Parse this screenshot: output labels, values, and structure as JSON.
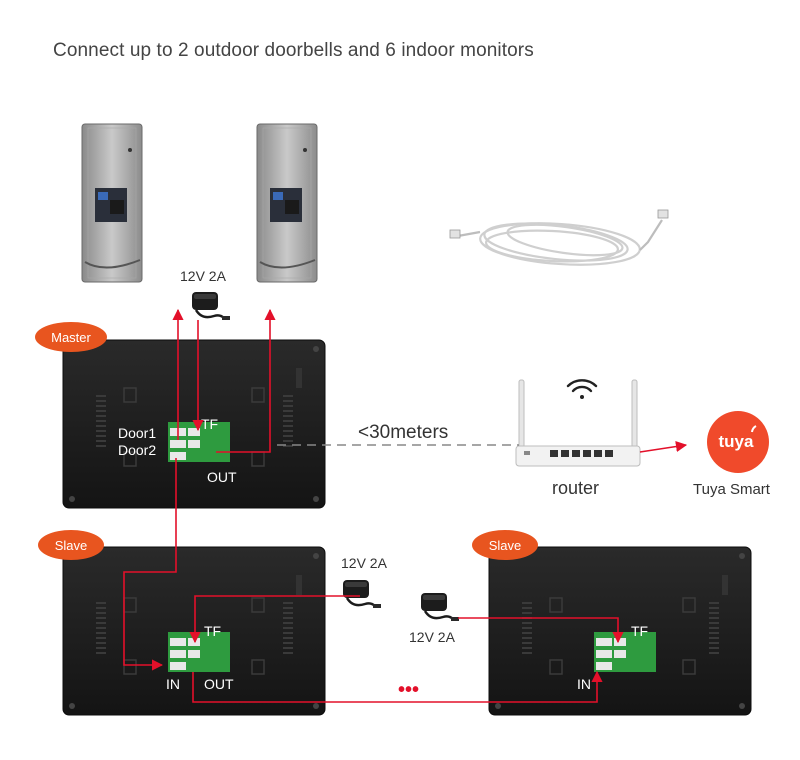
{
  "title": "Connect up to 2 outdoor doorbells and 6 indoor monitors",
  "labels": {
    "master": "Master",
    "slave": "Slave",
    "power": "12V 2A",
    "door1": "Door1",
    "door2": "Door2",
    "tf": "TF",
    "out": "OUT",
    "in": "IN",
    "distance": "<30meters",
    "router": "router",
    "tuya_brand": "tuya",
    "tuya_smart": "Tuya Smart",
    "more": "•••"
  },
  "colors": {
    "wire": "#e3102a",
    "badge": "#e8551f",
    "monitor": "#1b1b1b",
    "tuya": "#f04a2b"
  }
}
